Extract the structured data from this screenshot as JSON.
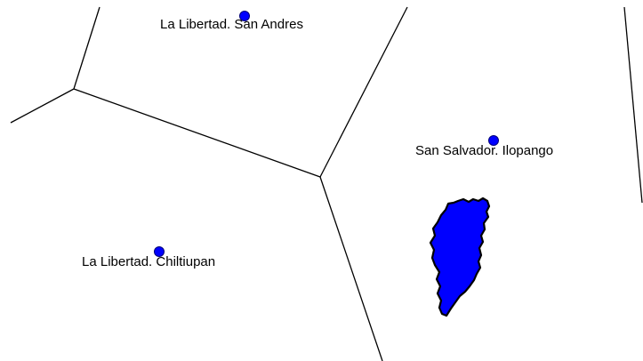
{
  "map": {
    "background_color": "#ffffff",
    "boundary_color": "#000000",
    "point_color": "#0000ff",
    "lake_fill_color": "#0000ff",
    "lake_outline_color": "#000000"
  },
  "places": [
    {
      "label": "La Libertad. San Andres",
      "icon": "location-dot-icon"
    },
    {
      "label": "San Salvador. Ilopango",
      "icon": "location-dot-icon"
    },
    {
      "label": "La Libertad. Chiltiupan",
      "icon": "location-dot-icon"
    }
  ],
  "features": {
    "lake": {
      "icon": "lake-polygon"
    }
  }
}
